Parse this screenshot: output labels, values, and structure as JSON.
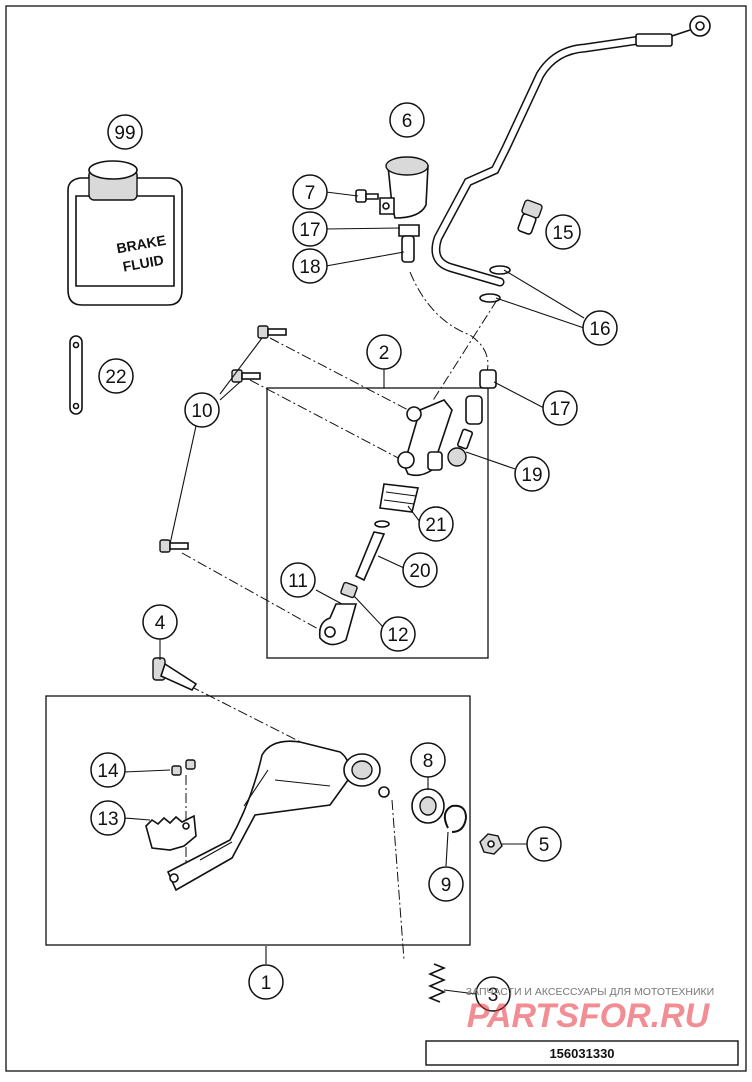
{
  "diagram_id": "156031330",
  "bottle_label": [
    "BRAKE",
    "FLUID"
  ],
  "watermark": {
    "top_text": "ЗАПЧАСТИ И АКСЕССУАРЫ ДЛЯ МОТОТЕХНИКИ",
    "brand": "PARTSFOR.RU",
    "color": "#e8303a"
  },
  "callouts": [
    {
      "id": "99",
      "label": "99"
    },
    {
      "id": "6",
      "label": "6"
    },
    {
      "id": "7",
      "label": "7"
    },
    {
      "id": "17a",
      "label": "17"
    },
    {
      "id": "18",
      "label": "18"
    },
    {
      "id": "15",
      "label": "15"
    },
    {
      "id": "16",
      "label": "16"
    },
    {
      "id": "2",
      "label": "2"
    },
    {
      "id": "22",
      "label": "22"
    },
    {
      "id": "10",
      "label": "10"
    },
    {
      "id": "17b",
      "label": "17"
    },
    {
      "id": "19",
      "label": "19"
    },
    {
      "id": "21",
      "label": "21"
    },
    {
      "id": "20",
      "label": "20"
    },
    {
      "id": "11",
      "label": "11"
    },
    {
      "id": "12",
      "label": "12"
    },
    {
      "id": "4",
      "label": "4"
    },
    {
      "id": "8",
      "label": "8"
    },
    {
      "id": "14",
      "label": "14"
    },
    {
      "id": "13",
      "label": "13"
    },
    {
      "id": "5",
      "label": "5"
    },
    {
      "id": "9",
      "label": "9"
    },
    {
      "id": "1",
      "label": "1"
    },
    {
      "id": "3",
      "label": "3"
    }
  ]
}
